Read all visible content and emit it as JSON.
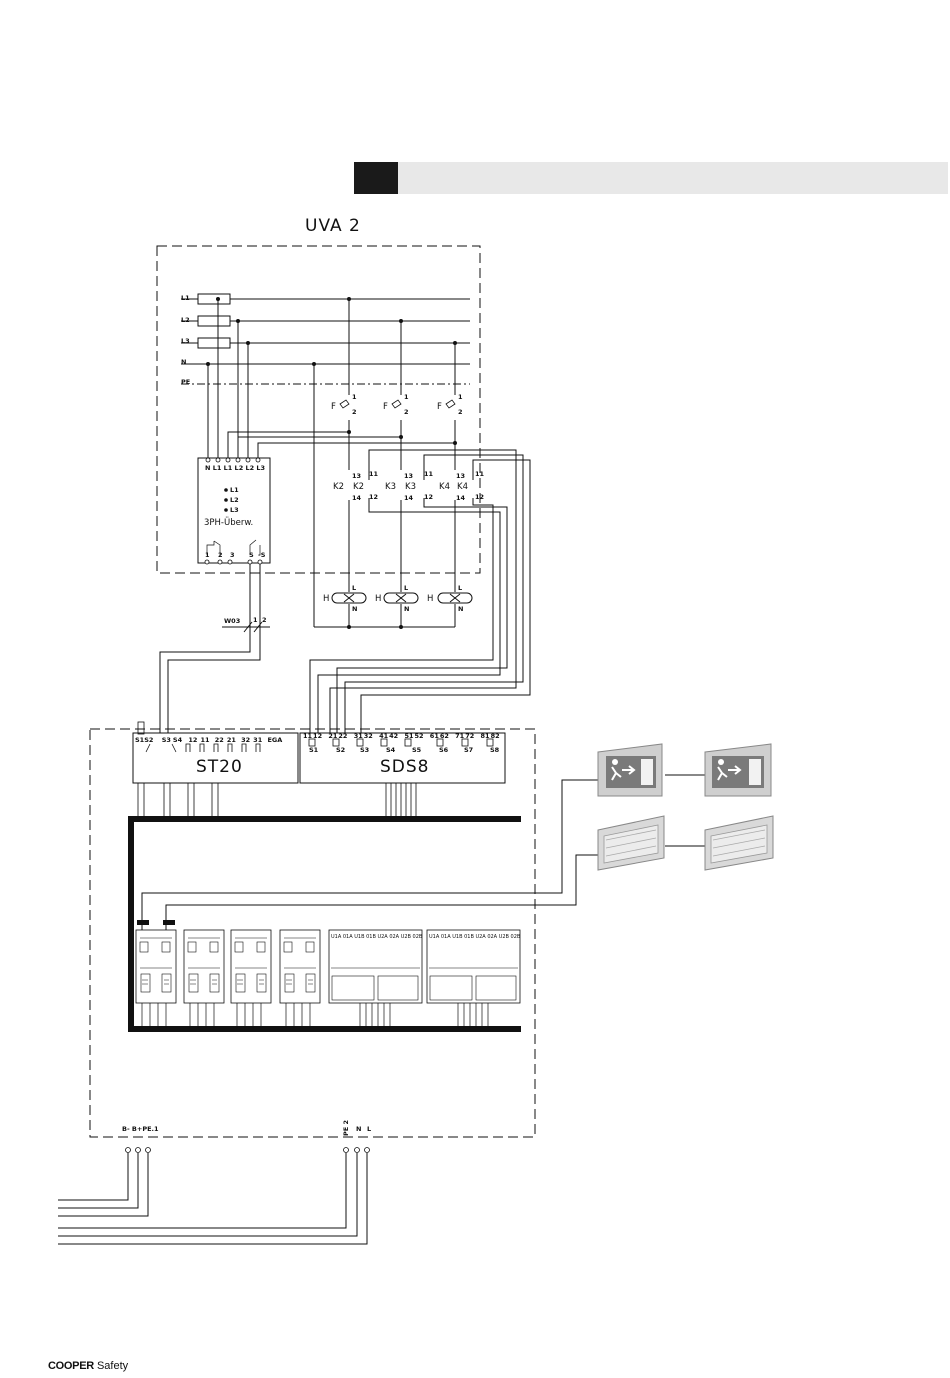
{
  "header": {
    "tab_text": "",
    "title": ""
  },
  "uva": {
    "title": "UVA 2",
    "lines": [
      "L1",
      "L2",
      "L3",
      "N",
      "PE"
    ],
    "fuses": [
      "F",
      "F",
      "F"
    ],
    "fuse_pins": [
      "1",
      "2"
    ],
    "contactors": [
      "K2",
      "K3",
      "K4"
    ],
    "contact_pins": [
      "13",
      "14",
      "11",
      "12"
    ],
    "lamp_label": "H",
    "lamp_pins": [
      "L",
      "N"
    ],
    "monitor": {
      "terminals": "N L1 L1 L2 L2 L3",
      "leds": [
        "L1",
        "L2",
        "L3"
      ],
      "label": "3PH-Überw.",
      "bottom_pins": [
        "1",
        "2",
        "3",
        "S",
        "-S"
      ]
    }
  },
  "cable": {
    "label": "W03",
    "pins": [
      "1",
      "2"
    ]
  },
  "st20": {
    "title": "ST20",
    "terminals": [
      "S1",
      "S2",
      "S3",
      "S4",
      "12",
      "11",
      "22",
      "21",
      "32",
      "31",
      "EGA"
    ]
  },
  "sds8": {
    "title": "SDS8",
    "terminal_top": [
      "11",
      "12",
      "21",
      "22",
      "31",
      "32",
      "41",
      "42",
      "51",
      "52",
      "61",
      "62",
      "71",
      "72",
      "81",
      "82"
    ],
    "terminal_bottom": [
      "S1",
      "S2",
      "S3",
      "S4",
      "S5",
      "S6",
      "S7",
      "S8"
    ]
  },
  "bottom_terminals": {
    "left": "B- B+PE.1",
    "pe": "PE 2",
    "n": "N",
    "l": "L"
  },
  "module_labels": {
    "uv": "U1A 01A U1B 01B U2A 02A U2B 02B"
  },
  "footer": {
    "brand": "COOPER",
    "sub": "Safety"
  }
}
